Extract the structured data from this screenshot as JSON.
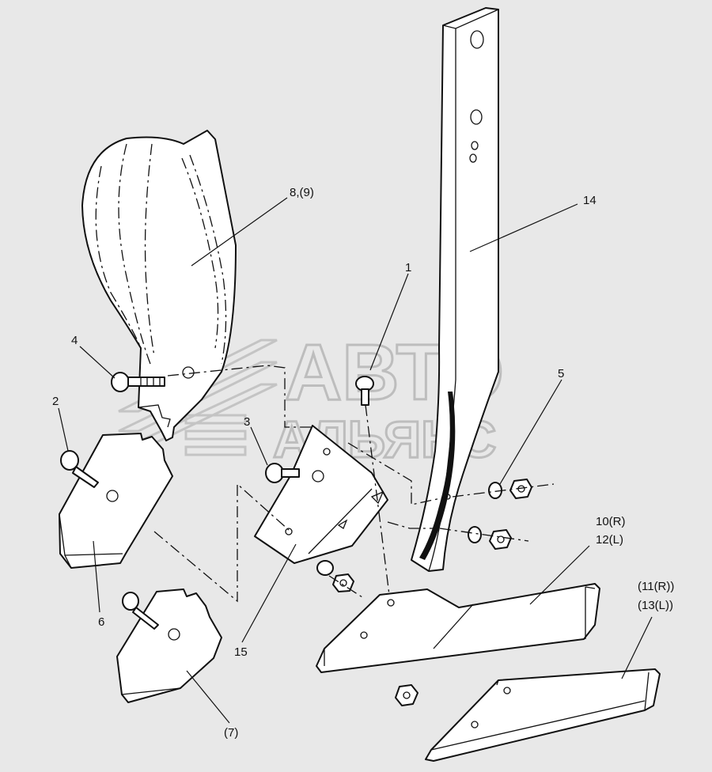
{
  "watermark": {
    "line1": "АВТО",
    "line2": "АЛЬЯНС"
  },
  "callouts": {
    "c1": "1",
    "c2": "2",
    "c3": "3",
    "c4": "4",
    "c5": "5",
    "c6": "6",
    "c7": "(7)",
    "c8": "8,(9)",
    "c10a": "10(R)",
    "c10b": "12(L)",
    "c11a": "(11(R))",
    "c11b": "(13(L))",
    "c14": "14",
    "c15": "15"
  }
}
